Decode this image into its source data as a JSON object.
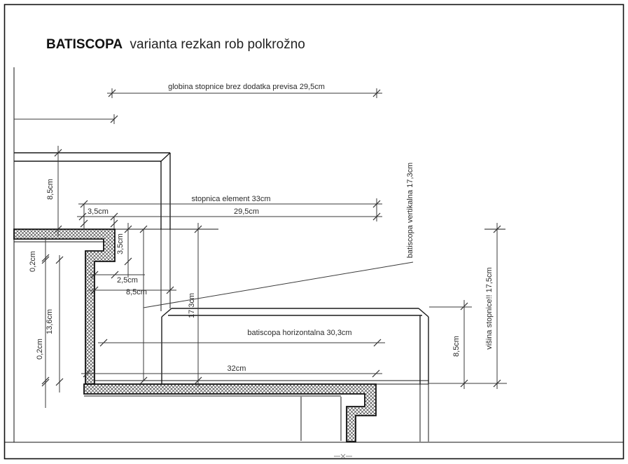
{
  "title": {
    "product": "BATISCOPA",
    "variant": "varianta rezkan rob polkrožno"
  },
  "dimensions": {
    "globina": "globina stopnice brez dodatka previsa  29,5cm",
    "stopnica_element": "stopnica element   33cm",
    "tread_295": "29,5cm",
    "previs_35": "3,5cm",
    "element_thickness_85": "8,5cm",
    "glue_upper_02": "0,2cm",
    "nose_height_35": "3,5cm",
    "nose_depth_25": "2,5cm",
    "nose_offset_85": "8,5cm",
    "riser_136": "13,6cm",
    "glue_lower_02": "0,2cm",
    "vertical_173": "17,3cm",
    "bat_horiz": "batiscopa horizontalna  30,3cm",
    "bottom_strip_32": "32cm",
    "step_height_85": "8,5cm",
    "visina": "višina stopnice!! 17,5cm",
    "bat_vert": "batiscopa vertikalna  17,3cm"
  }
}
